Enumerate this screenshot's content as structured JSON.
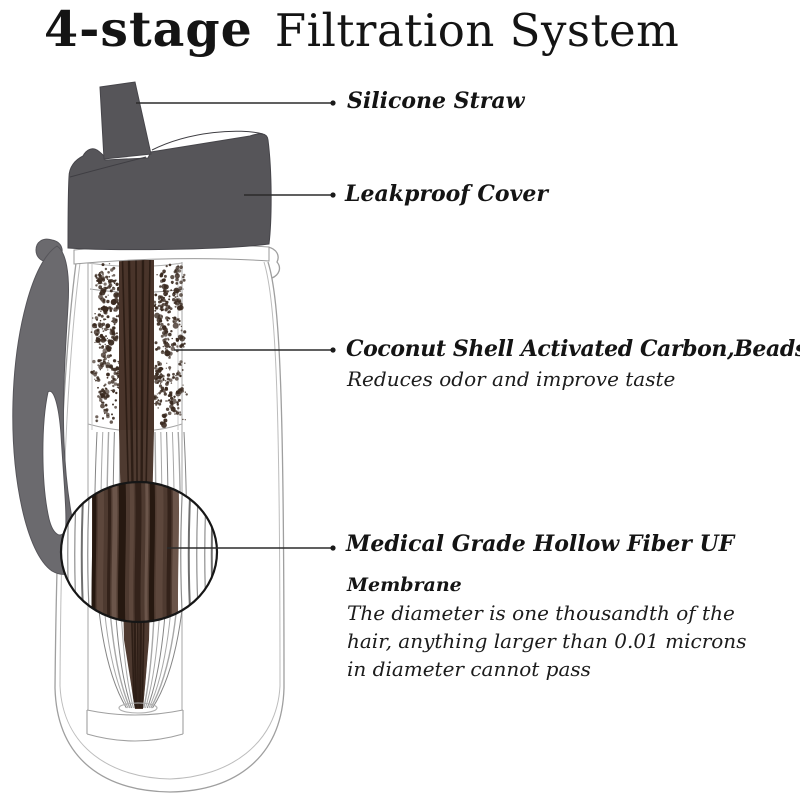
{
  "title": {
    "stage": "4-stage",
    "rest": "Filtration System"
  },
  "callouts": {
    "straw": {
      "label": "Silicone Straw"
    },
    "cover": {
      "label": "Leakproof Cover"
    },
    "carbon": {
      "label": "Coconut Shell Activated Carbon,Beads",
      "sub": "Reduces odor and improve taste"
    },
    "membrane": {
      "label": "Medical Grade Hollow Fiber UF",
      "label2": "Membrane",
      "desc": [
        "The diameter is one thousandth of the",
        "hair, anything larger than 0.01 microns",
        "in diameter cannot pass"
      ]
    }
  },
  "colors": {
    "cap": "#565559",
    "strap": "#6b6a6e",
    "outline": "#9f9f9f",
    "carbon_speck": "#3a2a20",
    "tube": "#49342a",
    "bundle": "#4e3a30",
    "streak": "#261810",
    "callout_line": "#2b2b2b",
    "text": "#141414"
  }
}
